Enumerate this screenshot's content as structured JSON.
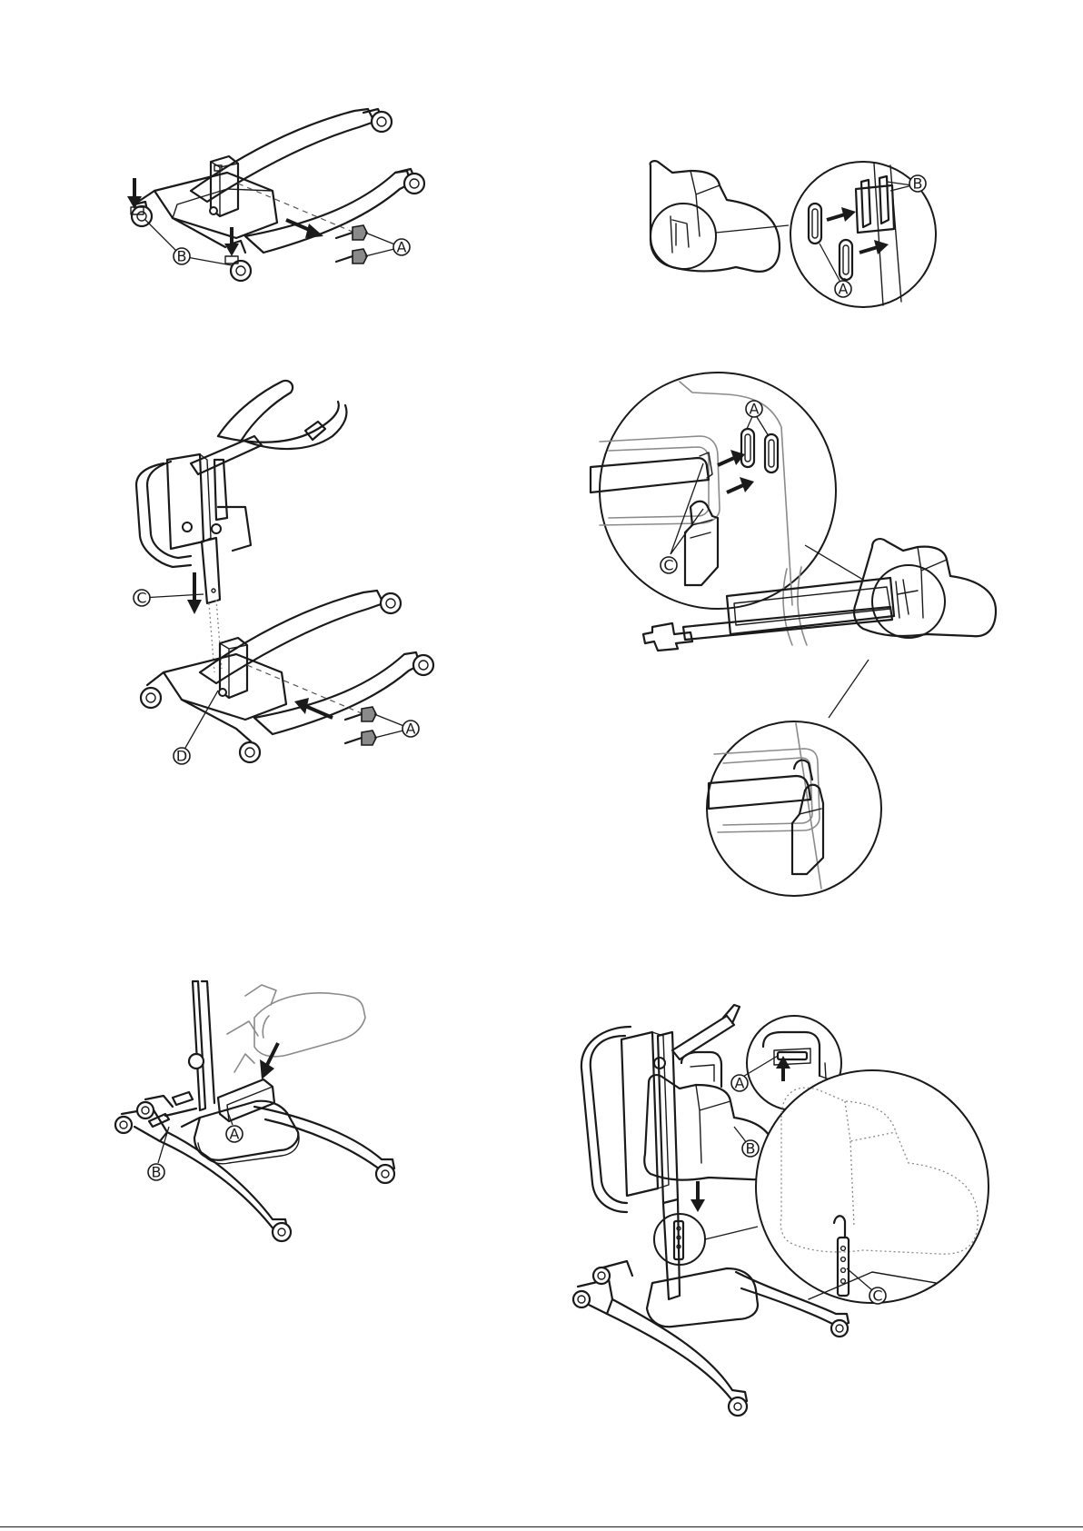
{
  "figure_1": {
    "labels": {
      "a": "A",
      "b": "B"
    }
  },
  "figure_2": {
    "labels": {
      "a": "A",
      "b": "B"
    }
  },
  "figure_3": {
    "labels": {
      "a": "A",
      "c": "C",
      "d": "D"
    }
  },
  "figure_4": {
    "labels": {
      "a": "A",
      "c": "C"
    }
  },
  "figure_5": {
    "labels": {
      "a": "A",
      "b": "B"
    }
  },
  "figure_6": {
    "labels": {
      "a": "A",
      "b": "B",
      "c": "C"
    }
  },
  "footer": {
    "code": ""
  },
  "colors": {
    "line": "#1a1a1a",
    "ghost": "#8a8a8a",
    "knob": "#8a8a8a",
    "background": "#ffffff"
  }
}
